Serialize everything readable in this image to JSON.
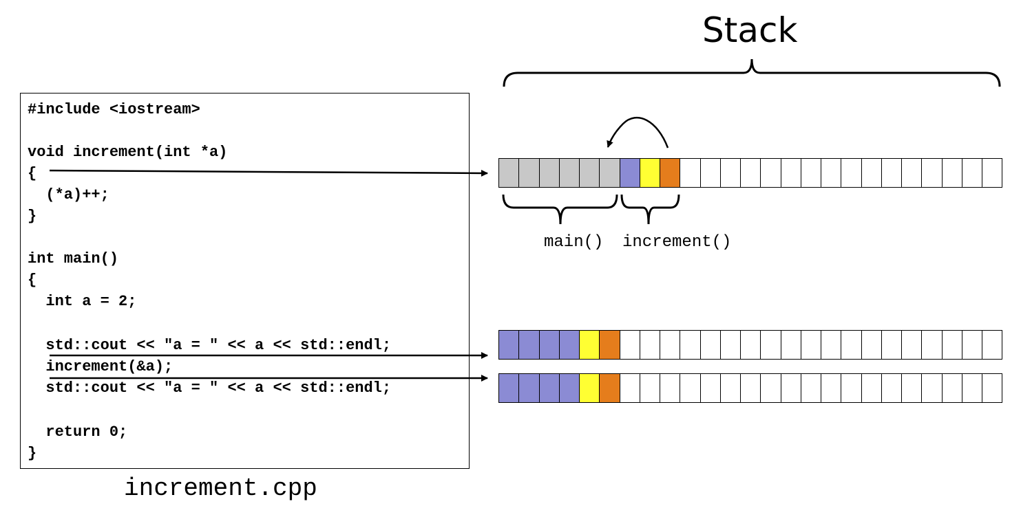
{
  "title": "Stack",
  "file_name": "increment.cpp",
  "code_lines": [
    "#include <iostream>",
    "",
    "void increment(int *a)",
    "{",
    "  (*a)++;",
    "}",
    "",
    "int main()",
    "{",
    "  int a = 2;",
    "",
    "  std::cout << \"a = \" << a << std::endl;",
    "  increment(&a);",
    "  std::cout << \"a = \" << a << std::endl;",
    "",
    "  return 0;",
    "}"
  ],
  "frame_labels": {
    "main": "main()",
    "increment": "increment()"
  },
  "colors": {
    "main_frame": "#c8c8c8",
    "var_a": "#8b8bd4",
    "slot_yellow": "#ffff33",
    "slot_orange": "#e57d1c",
    "empty": "#ffffff"
  },
  "stack_rows": [
    {
      "name": "stack-during-increment",
      "cells": [
        "main_frame",
        "main_frame",
        "main_frame",
        "main_frame",
        "main_frame",
        "main_frame",
        "var_a",
        "slot_yellow",
        "slot_orange",
        "empty",
        "empty",
        "empty",
        "empty",
        "empty",
        "empty",
        "empty",
        "empty",
        "empty",
        "empty",
        "empty",
        "empty",
        "empty",
        "empty",
        "empty",
        "empty"
      ]
    },
    {
      "name": "stack-before-increment",
      "cells": [
        "var_a",
        "var_a",
        "var_a",
        "var_a",
        "slot_yellow",
        "slot_orange",
        "empty",
        "empty",
        "empty",
        "empty",
        "empty",
        "empty",
        "empty",
        "empty",
        "empty",
        "empty",
        "empty",
        "empty",
        "empty",
        "empty",
        "empty",
        "empty",
        "empty",
        "empty",
        "empty"
      ]
    },
    {
      "name": "stack-after-increment",
      "cells": [
        "var_a",
        "var_a",
        "var_a",
        "var_a",
        "slot_yellow",
        "slot_orange",
        "empty",
        "empty",
        "empty",
        "empty",
        "empty",
        "empty",
        "empty",
        "empty",
        "empty",
        "empty",
        "empty",
        "empty",
        "empty",
        "empty",
        "empty",
        "empty",
        "empty",
        "empty",
        "empty"
      ]
    }
  ]
}
